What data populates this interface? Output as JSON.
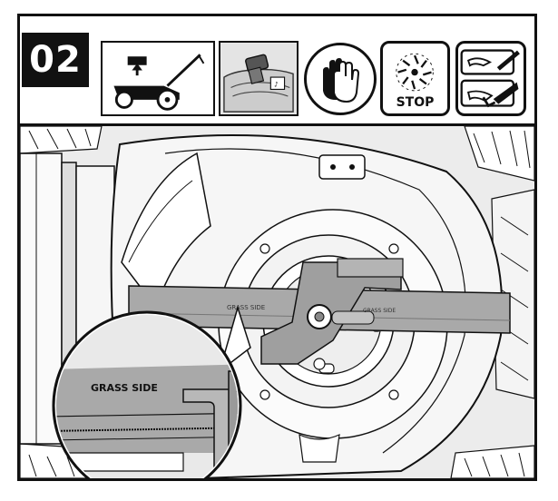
{
  "step": {
    "number": "02"
  },
  "icons": [
    {
      "name": "lift-mower-icon"
    },
    {
      "name": "disconnect-battery-icon"
    },
    {
      "name": "wear-gloves-icon"
    },
    {
      "name": "blade-stop-icon",
      "label": "STOP"
    },
    {
      "name": "hand-warning-icon"
    }
  ],
  "illustration": {
    "blade_text": "GRASS SIDE",
    "blade_text_faint": "GRASS SIDE",
    "blade_text_faint_right": "GRASS SIDE"
  },
  "colors": {
    "ink": "#111111",
    "blade": "#a9a9a9",
    "deck": "#f2f2f2"
  }
}
